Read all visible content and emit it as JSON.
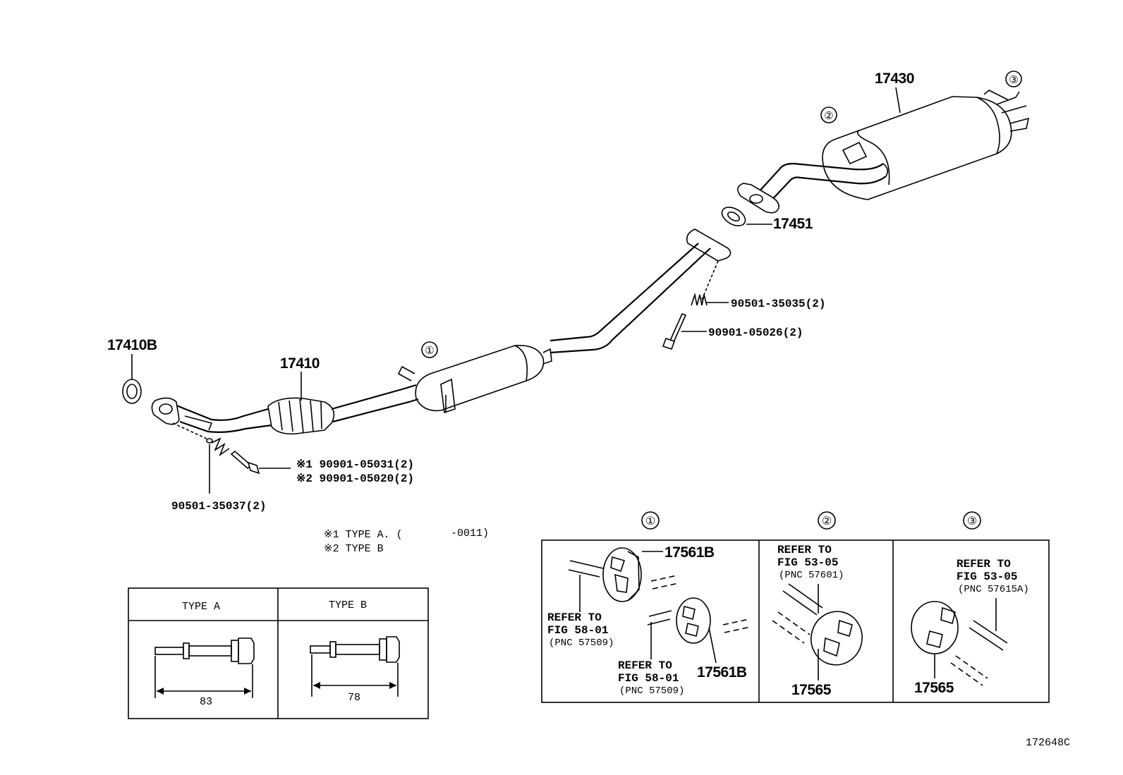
{
  "parts": {
    "p17430": "17430",
    "p17451": "17451",
    "p90501_35035": "90501-35035(2)",
    "p90901_05026": "90901-05026(2)",
    "p17410B": "17410B",
    "p17410": "17410",
    "p90901_05031": "※1 90901-05031(2)",
    "p90901_05020": "※2 90901-05020(2)",
    "p90501_35037": "90501-35037(2)"
  },
  "callouts": {
    "c1": "①",
    "c2": "②",
    "c3": "③"
  },
  "notes": {
    "typeA": "※1 TYPE A. (",
    "typeA_end": "-0011)",
    "typeB": "※2 TYPE B"
  },
  "type_table": {
    "type_a_label": "TYPE A",
    "type_b_label": "TYPE B",
    "type_a_dim": "83",
    "type_b_dim": "78"
  },
  "detail": {
    "h1": "①",
    "h2": "②",
    "h3": "③",
    "d1_part_top": "17561B",
    "d1_part_bottom": "17561B",
    "d1_ref1": [
      "REFER TO",
      "FIG 58-01",
      "(PNC 57509)"
    ],
    "d1_ref2": [
      "REFER TO",
      "FIG 58-01",
      "(PNC 57509)"
    ],
    "d2_ref": [
      "REFER TO",
      "FIG 53-05",
      "(PNC 57601)"
    ],
    "d2_part": "17565",
    "d3_ref": [
      "REFER TO",
      "FIG 53-05",
      "(PNC 57615A)"
    ],
    "d3_part": "17565"
  },
  "figure_id": "172648C"
}
